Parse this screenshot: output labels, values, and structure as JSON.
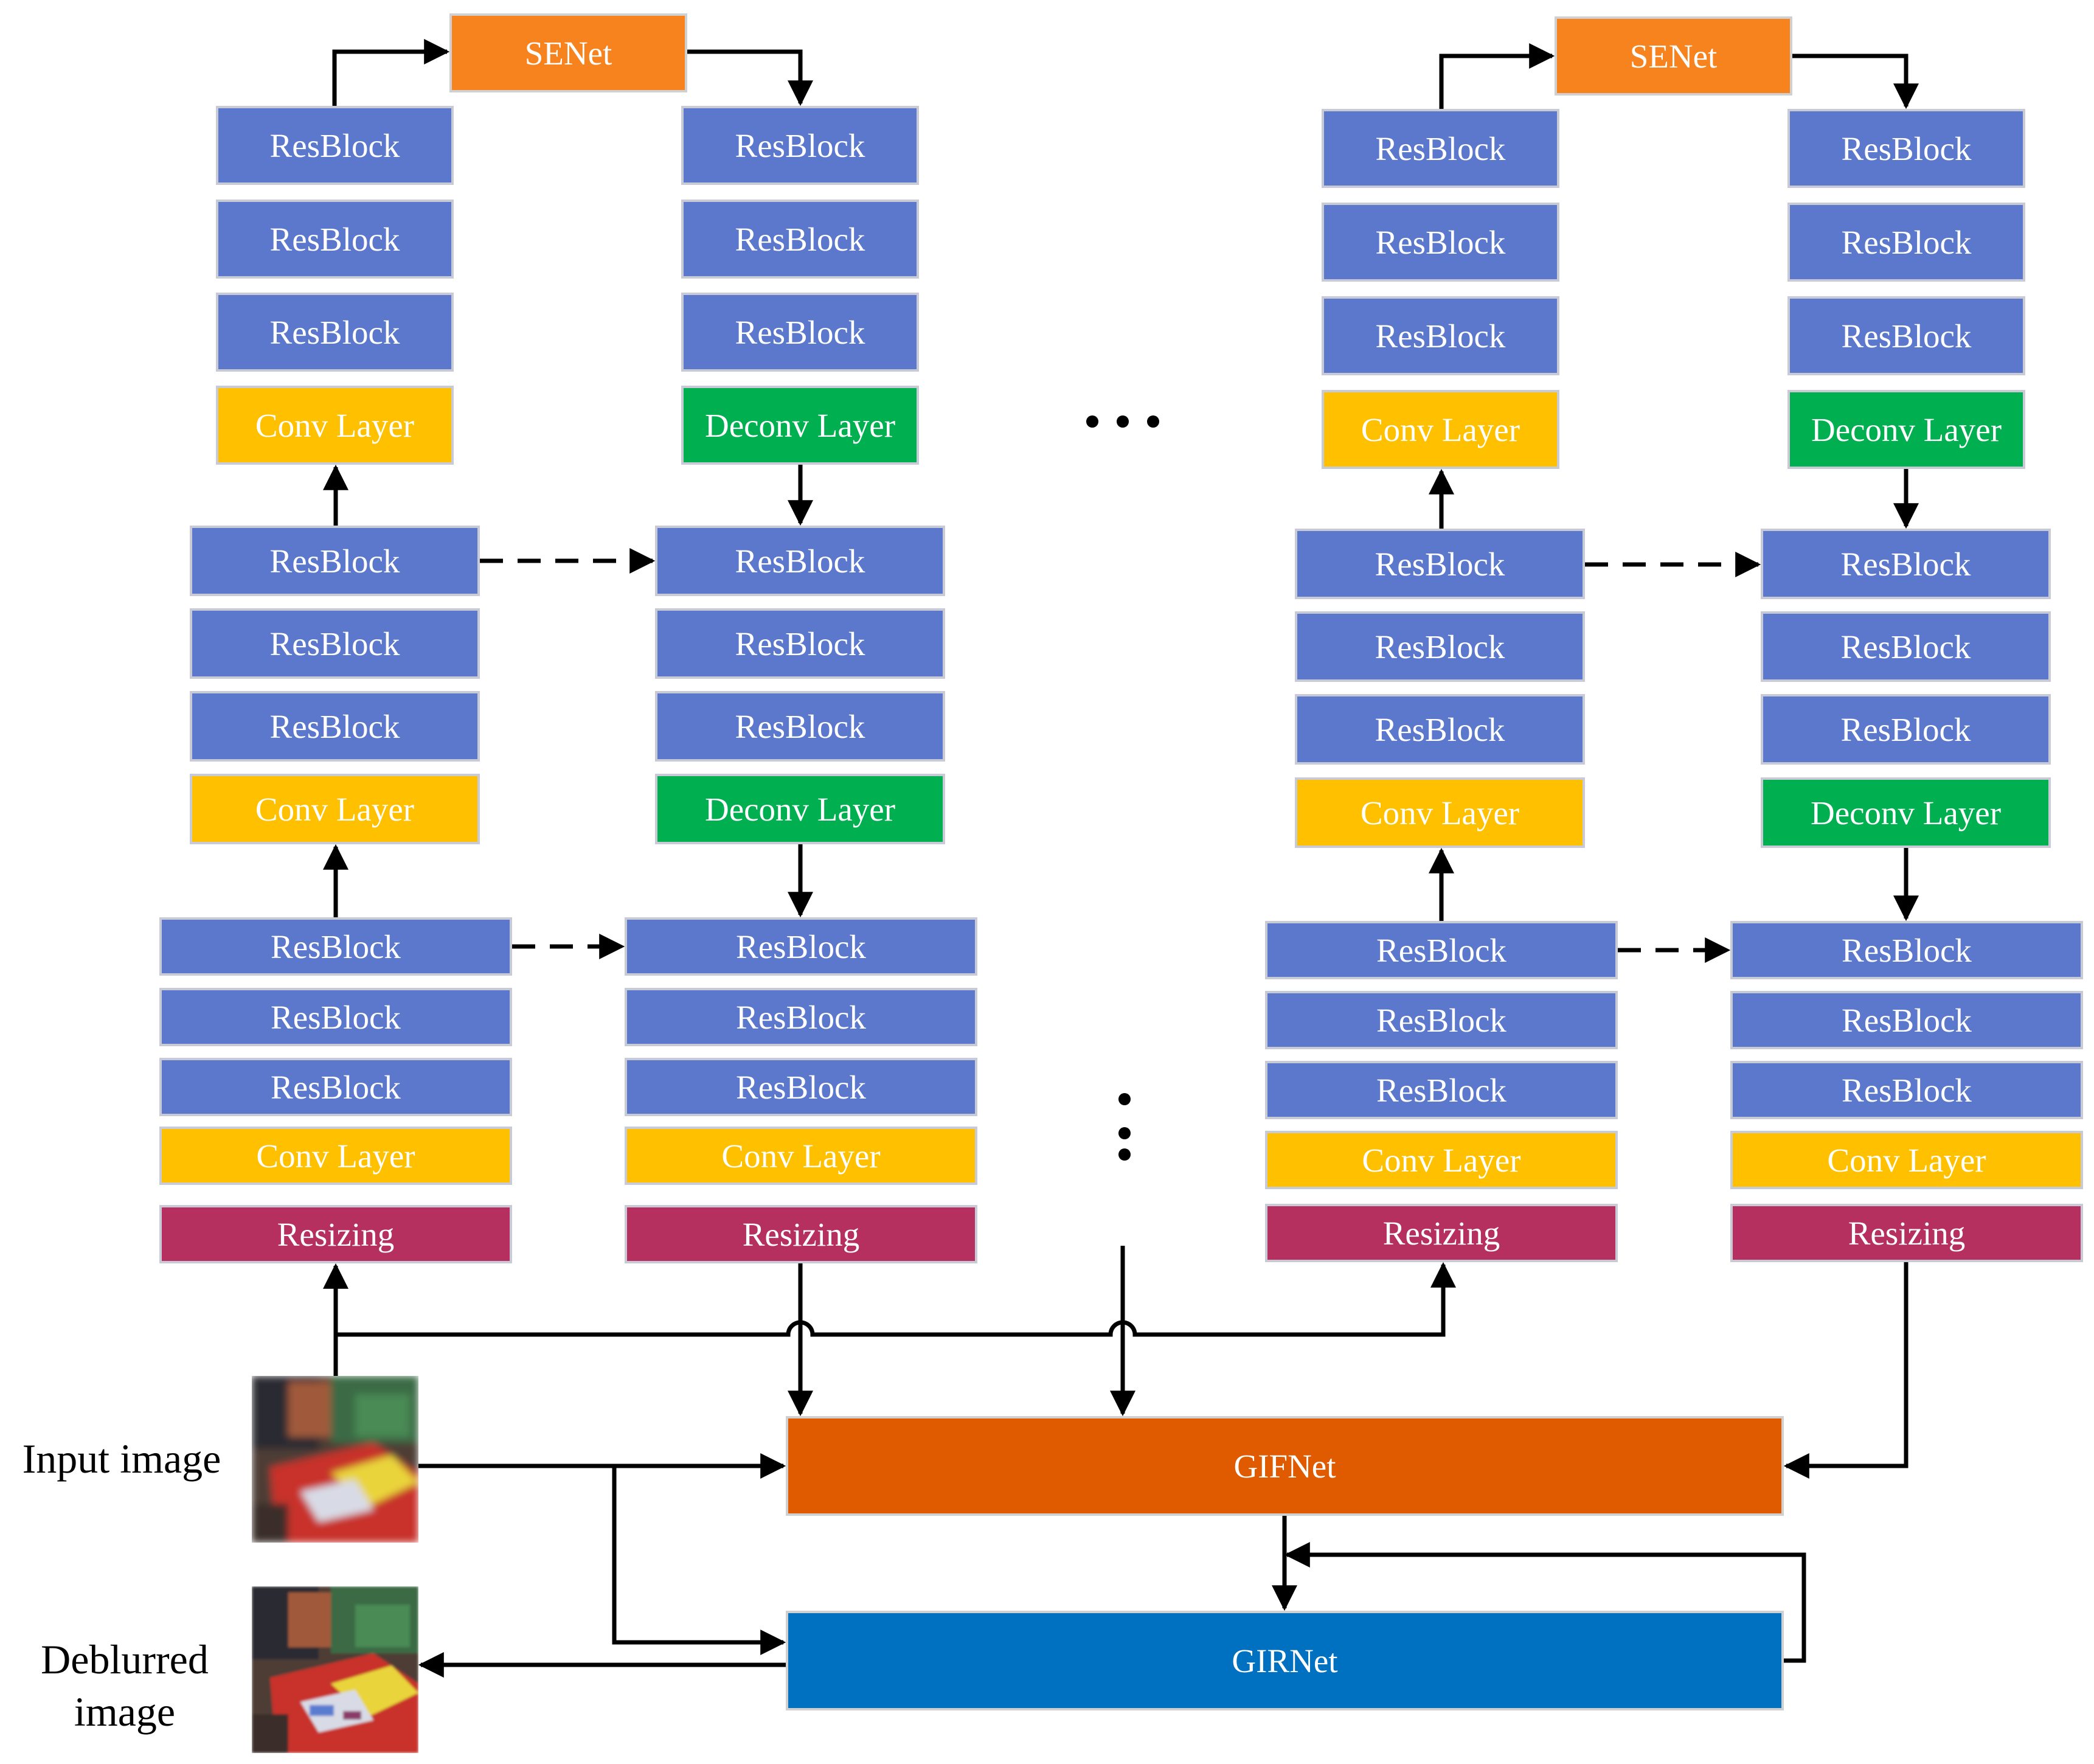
{
  "labels": {
    "resblock": "ResBlock",
    "conv": "Conv Layer",
    "deconv": "Deconv Layer",
    "resizing": "Resizing",
    "senet": "SENet",
    "gifnet": "GIFNet",
    "girnet": "GIRNet",
    "input_image": "Input image",
    "deblurred_line1": "Deblurred",
    "deblurred_line2": "image"
  },
  "colors": {
    "resblock": "#5b78cd",
    "conv": "#ffc000",
    "deconv": "#00b050",
    "resizing": "#b5305f",
    "senet": "#f7831f",
    "gifnet": "#e05a00",
    "girnet": "#0070c0"
  },
  "images": {
    "input": "blurred photo of red book stall with yellow paper",
    "output": "sharpened photo of red book stall with yellow paper"
  },
  "ellipsis": {
    "horizontal": "dot-ellipsis-icon",
    "vertical": "vertical-dot-ellipsis-icon"
  }
}
